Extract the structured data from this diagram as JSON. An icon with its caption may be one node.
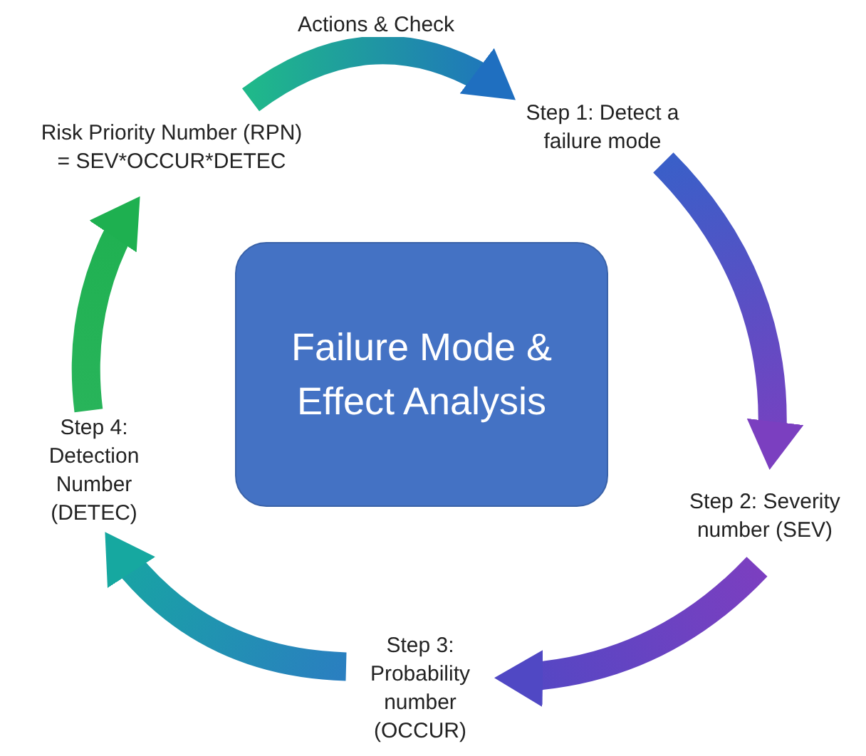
{
  "diagram": {
    "nodes": [
      {
        "text": [
          "Risk Priority Number (RPN) = SEV*OCCUR*DETEC"
        ]
      },
      {
        "text": [
          "Step 1: Detect a failure mode"
        ]
      },
      {
        "text": [
          "Failure Mode & Effect Analysis"
        ]
      },
      {
        "text": [
          "Step 4: Detection Number (DETEC)"
        ]
      },
      {
        "text": [
          "Step 2: Severity number (SEV)"
        ]
      },
      {
        "text": [
          "Step 3: Probability number (OCCUR)"
        ]
      }
    ],
    "edges": [
      {
        "from": 1,
        "to": 4,
        "arrow": "to"
      },
      {
        "from": 4,
        "to": 5,
        "arrow": "to"
      },
      {
        "from": 5,
        "to": 3,
        "arrow": "to"
      },
      {
        "from": 3,
        "to": 0,
        "arrow": "to"
      },
      {
        "from": 0,
        "to": 1,
        "arrow": "to",
        "label": "Actions & Check"
      }
    ]
  }
}
